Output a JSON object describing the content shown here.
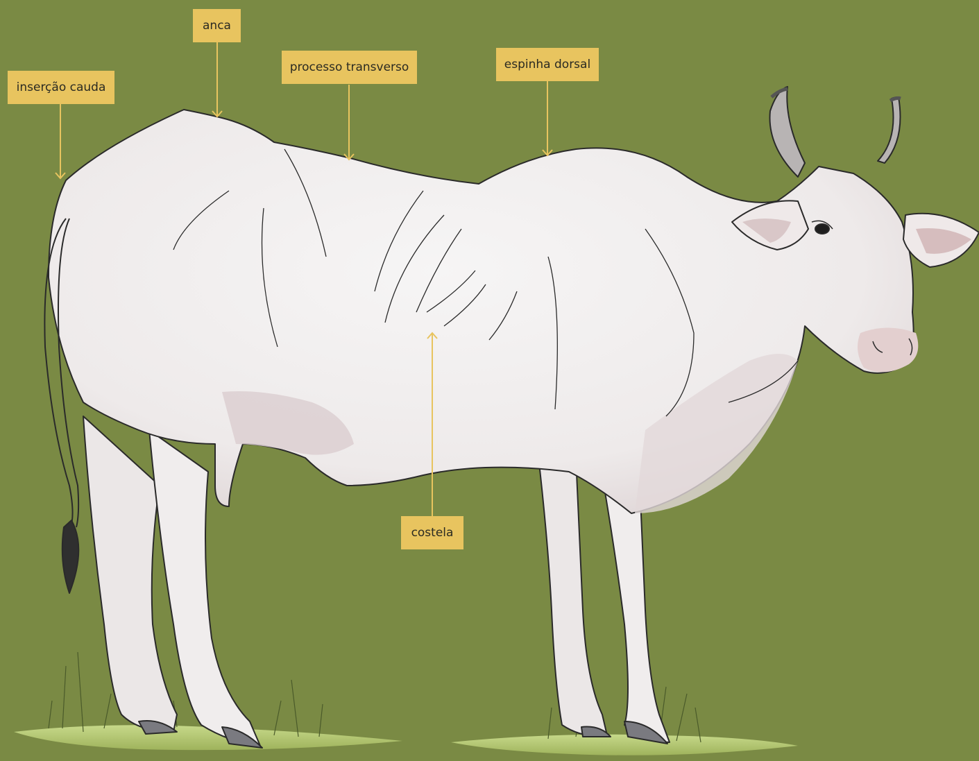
{
  "labels": {
    "anca": "anca",
    "insercao_cauda": "inserção cauda",
    "processo_transverso": "processo transverso",
    "espinha_dorsal": "espinha dorsal",
    "costela": "costela"
  },
  "colors": {
    "background": "#7a8a44",
    "label_fill": "#e8c45f",
    "pointer_line": "#e8c45f",
    "cow_body": "#f1efef",
    "cow_shadow": "#d9cfd0",
    "grass": "#c7d98a"
  },
  "illustration": {
    "subject": "cow-side-view",
    "icons": [
      "cow-illustration",
      "grass-patch"
    ]
  }
}
